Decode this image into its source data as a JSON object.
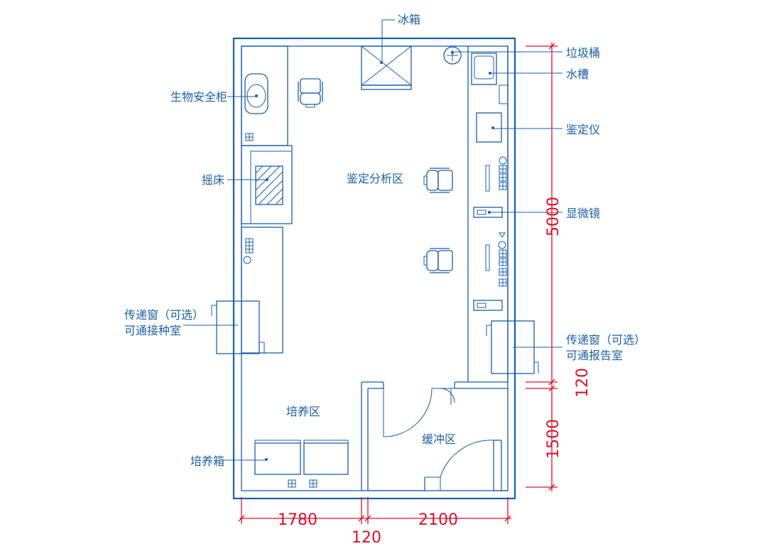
{
  "labels": {
    "fridge": "冰箱",
    "trash": "垃圾桶",
    "sink": "水槽",
    "bio_cabinet": "生物安全柜",
    "identifier": "鉴定仪",
    "shaker": "摇床",
    "analysis_zone": "鉴定分析区",
    "microscope": "显微镜",
    "pass_window_left_1": "传递窗（可选）",
    "pass_window_left_2": "可通接种室",
    "pass_window_right_1": "传递窗（可选）",
    "pass_window_right_2": "可通报告室",
    "culture_zone": "培养区",
    "buffer_zone": "缓冲区",
    "incubator": "培养箱"
  },
  "dimensions": {
    "bottom_left": "1780",
    "bottom_mid": "120",
    "bottom_right": "2100",
    "right_top": "5000",
    "right_mid": "120",
    "right_bottom": "1500"
  },
  "colors": {
    "line": "#1b5fa8",
    "dimension": "#d9142b",
    "background": "#ffffff"
  }
}
